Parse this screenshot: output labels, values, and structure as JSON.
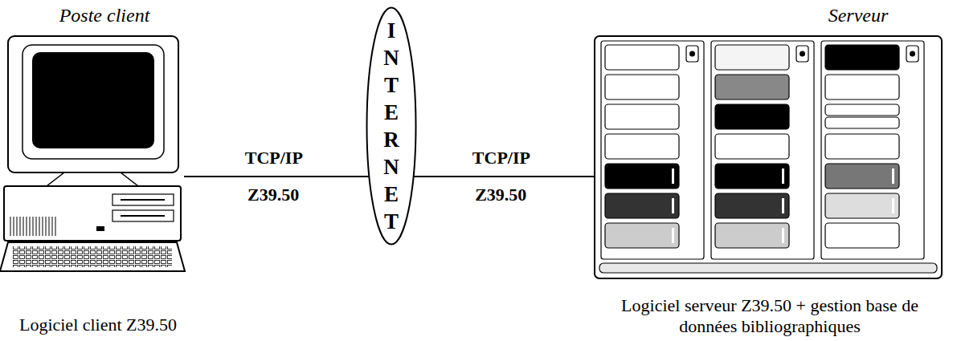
{
  "diagram": {
    "nodes": [
      {
        "text": [
          "Poste client",
          "Logiciel client Z39.50"
        ]
      },
      {
        "text": [
          "INTERNET"
        ]
      },
      {
        "text": [
          "Serveur",
          "Logiciel serveur Z39.50 + gestion base de données bibliographiques"
        ]
      }
    ],
    "edges": [
      {
        "from": 0,
        "to": 1,
        "label": "TCP/IP Z39.50",
        "arrow": "none"
      },
      {
        "from": 1,
        "to": 2,
        "label": "TCP/IP Z39.50",
        "arrow": "none"
      }
    ]
  }
}
